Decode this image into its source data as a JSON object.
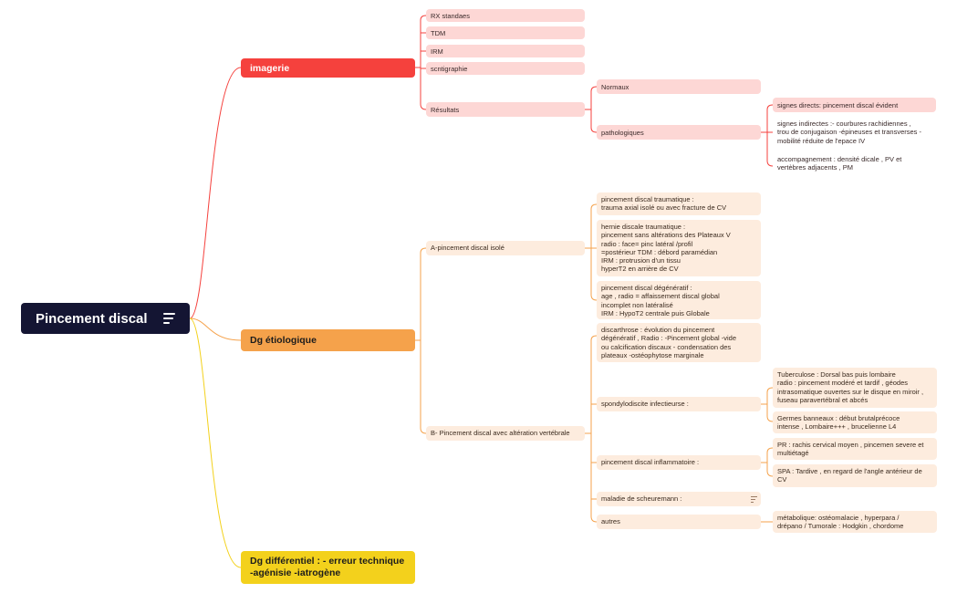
{
  "root": {
    "label": "Pincement discal"
  },
  "imagerie": {
    "label": "imagerie",
    "items": [
      "RX standaes",
      "TDM",
      "IRM",
      "scntigraphie",
      "Résultats"
    ],
    "normaux": "Normaux",
    "pathologiques": "pathologiques",
    "signes": [
      "signes directs: pincement discal évident",
      "signes indirectes :- courbures rachidiennes ,\ntrou de conjugaison -épineuses et transverses -\nmobilité réduite de l'epace IV",
      "accompagnement : densité dicale , PV et\nvertèbres adjacents , PM"
    ]
  },
  "etiologique": {
    "label": "Dg étiologique",
    "a": {
      "label": "A-pincement discal isolé",
      "children": [
        "pincement discal traumatique :\ntrauma axial isolé ou avec fracture de CV",
        "hernie discale traumatique :\npincement sans altérations des Plateaux V\n                    radio : face= pinc latéral /profil\n=postérieur       TDM : débord paramédian\n                    IRM : protrusion  d'un tissu\nhyperT2 en arrière de CV",
        "pincement discal dégénératif :\n age , radio = affaissement discal global\nincomplet non latéralisé\n IRM : HypoT2 centrale puis Globale"
      ]
    },
    "b": {
      "label": "B- Pincement discal avec altération vertébrale",
      "discarthrose": "discarthrose : évolution du pincement\ndégénératif , Radio : -Pincement global  -vide\nou calcification discaux - condensation des\nplateaux -ostéophytose marginale",
      "spondylo": {
        "label": "spondylodiscite infectieurse :",
        "children": [
          "Tuberculose : Dorsal bas puis lombaire\n radio : pincement modéré et tardif , géodes\nintrasomatique ouvertes sur le disque en miroir ,\nfuseau paravertébral et abcés",
          "Germes banneaux : début brutalprécoce\nintense  , Lombaire+++ , brucelienne L4"
        ]
      },
      "inflam": {
        "label": "pincement discal inflammatoire :",
        "children": [
          "PR : rachis cervical moyen , pincemen severe et\nmultiétagé",
          "SPA : Tardive , en regard de l'angle antérieur de\nCV"
        ]
      },
      "scheuermann": "maladie de scheuremann :",
      "autres": {
        "label": "autres",
        "child": "métabolique: ostéomalacie , hyperpara  /\ndrépano / Tumorale : Hodgkin , chordome"
      }
    }
  },
  "differentiel": {
    "label": "Dg  différentiel : - erreur technique\n-agénisie -iatrogène"
  },
  "colors": {
    "red": "#f5413d",
    "orange": "#f5a24b",
    "yellow": "#f3d11c",
    "root": "#141533"
  }
}
